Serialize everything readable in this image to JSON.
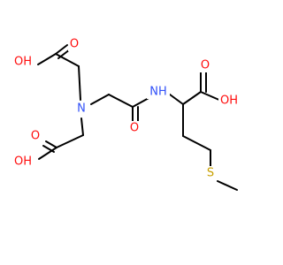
{
  "molecule": {
    "atoms": {
      "oh_top": "OH",
      "o_top": "O",
      "n_tert": "N",
      "o_mid": "O",
      "oh_bottom": "OH",
      "o_amide": "O",
      "nh": "NH",
      "o_acid": "O",
      "oh_right": "OH",
      "s": "S"
    },
    "colors": {
      "carbon_bond": "#000000",
      "oxygen": "#ff0d0d",
      "nitrogen": "#3050f8",
      "sulfur": "#c8a000"
    }
  }
}
